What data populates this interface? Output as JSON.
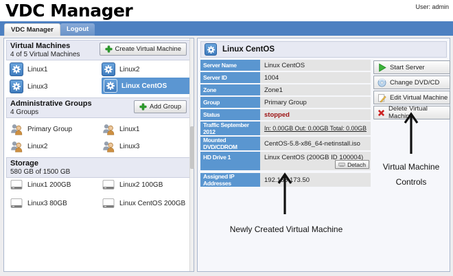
{
  "colors": {
    "tabbar_blue": "#4d80c1",
    "accent_blue": "#5b96d2",
    "section_header_bg": "#e7e9f3",
    "value_cell_gray": "#e4e4e4",
    "status_red": "#9c1111",
    "plus_green": "#2fa12f"
  },
  "header": {
    "title": "VDC Manager",
    "user": "User: admin"
  },
  "tabs": {
    "vdc": "VDC Manager",
    "logout": "Logout"
  },
  "left": {
    "virtual_machines": {
      "title": "Virtual Machines",
      "subtitle": "4 of 5 Virtual Machines",
      "create_button": "Create Virtual Machine",
      "items": [
        {
          "name": "Linux1",
          "selected": false
        },
        {
          "name": "Linux2",
          "selected": false
        },
        {
          "name": "Linux3",
          "selected": false
        },
        {
          "name": "Linux CentOS",
          "selected": true
        }
      ]
    },
    "administrative_groups": {
      "title": "Administrative Groups",
      "subtitle": "4 Groups",
      "add_button": "Add Group",
      "items": [
        {
          "name": "Primary Group"
        },
        {
          "name": "Linux1"
        },
        {
          "name": "Linux2"
        },
        {
          "name": "Linux3"
        }
      ]
    },
    "storage": {
      "title": "Storage",
      "subtitle": "580 GB of 1500 GB",
      "items": [
        {
          "name": "Linux1 200GB"
        },
        {
          "name": "Linux2 100GB"
        },
        {
          "name": "Linux3 80GB"
        },
        {
          "name": "Linux CentOS 200GB"
        }
      ]
    }
  },
  "detail": {
    "title": "Linux CentOS",
    "rows": [
      {
        "label": "Server Name",
        "value": "Linux CentOS"
      },
      {
        "label": "Server ID",
        "value": "1004"
      },
      {
        "label": "Zone",
        "value": "Zone1"
      },
      {
        "label": "Group",
        "value": "Primary Group"
      },
      {
        "label": "Status",
        "value": "stopped"
      },
      {
        "label": "Traffic September 2012",
        "value": "In: 0.00GB Out: 0.00GB Total: 0.00GB"
      },
      {
        "label": "Mounted DVD/CDROM",
        "value": "CentOS-5.8-x86_64-netinstall.iso"
      },
      {
        "label": "HD Drive 1",
        "value": "Linux CentOS (200GB ID 100004)",
        "detach_button": "Detach"
      },
      {
        "label": "Assigned IP Addresses",
        "value": "192.168.173.50"
      }
    ],
    "buttons": [
      {
        "label": "Start Server"
      },
      {
        "label": "Change DVD/CD"
      },
      {
        "label": "Edit Virtual Machine"
      },
      {
        "label": "Delete Virtual Machine"
      }
    ]
  },
  "annotations": {
    "vm_note": "Newly Created Virtual Machine",
    "controls_note_line1": "Virtual Machine",
    "controls_note_line2": "Controls"
  }
}
